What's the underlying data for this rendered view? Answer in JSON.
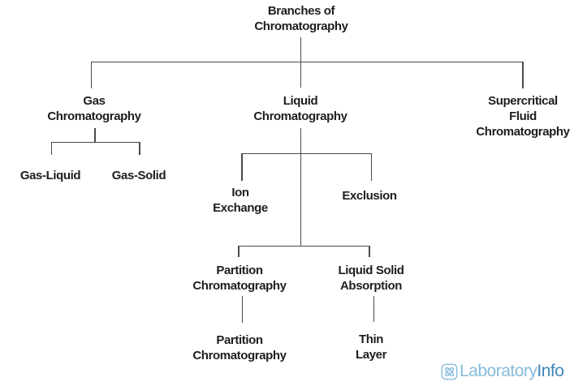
{
  "diagram": {
    "title": "Branches of\nChromatography",
    "nodes": {
      "gas": "Gas\nChromatography",
      "liquid": "Liquid\nChromatography",
      "supercritical": "Supercritical\nFluid\nChromatography",
      "gas_liquid": "Gas-Liquid",
      "gas_solid": "Gas-Solid",
      "ion_exchange": "Ion\nExchange",
      "exclusion": "Exclusion",
      "partition": "Partition\nChromatography",
      "liquid_solid": "Liquid Solid\nAbsorption",
      "partition_sub": "Partition\nChromatography",
      "thin_layer": "Thin\nLayer"
    },
    "colors": {
      "text": "#1e1e1e",
      "line": "#4a4a4a",
      "background": "#ffffff"
    }
  },
  "logo": {
    "icon": "atom-icon",
    "brand_primary": "Laboratory",
    "brand_secondary": "Info",
    "color_primary": "#87bcdb",
    "color_secondary": "#3d86ba"
  }
}
